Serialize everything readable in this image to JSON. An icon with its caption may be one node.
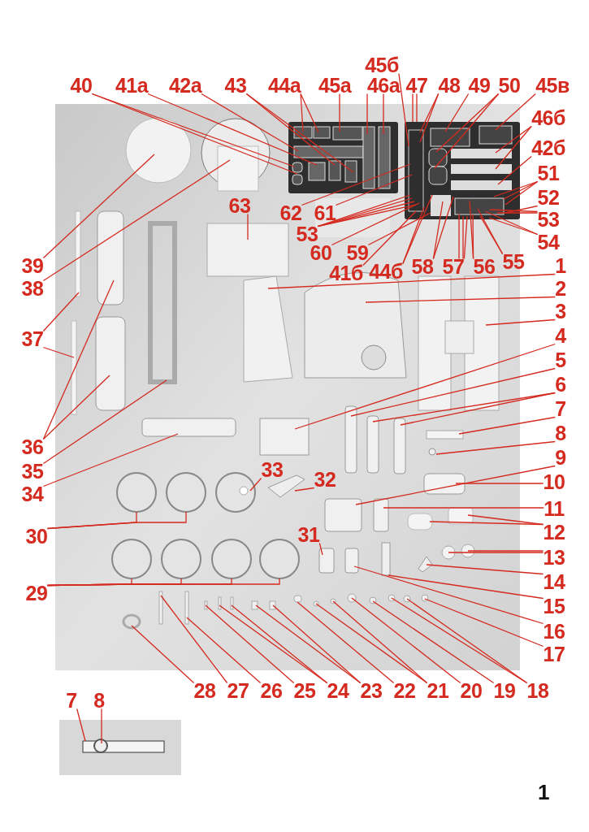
{
  "diagram": {
    "nodes": [
      {
        "text": [
          "40"
        ]
      },
      {
        "text": [
          "41а"
        ]
      },
      {
        "text": [
          "42а"
        ]
      },
      {
        "text": [
          "43"
        ]
      },
      {
        "text": [
          "44а"
        ]
      },
      {
        "text": [
          "45а"
        ]
      },
      {
        "text": [
          "45б"
        ]
      },
      {
        "text": [
          "46а"
        ]
      },
      {
        "text": [
          "47"
        ]
      },
      {
        "text": [
          "48"
        ]
      },
      {
        "text": [
          "49"
        ]
      },
      {
        "text": [
          "50"
        ]
      },
      {
        "text": [
          "45в"
        ]
      },
      {
        "text": [
          "46б"
        ]
      },
      {
        "text": [
          "42б"
        ]
      },
      {
        "text": [
          "51"
        ]
      },
      {
        "text": [
          "63"
        ]
      },
      {
        "text": [
          "62"
        ]
      },
      {
        "text": [
          "61"
        ]
      },
      {
        "text": [
          "52"
        ]
      },
      {
        "text": [
          "53"
        ]
      },
      {
        "text": [
          "53"
        ]
      },
      {
        "text": [
          "60"
        ]
      },
      {
        "text": [
          "59"
        ]
      },
      {
        "text": [
          "54"
        ]
      },
      {
        "text": [
          "41б"
        ]
      },
      {
        "text": [
          "44б"
        ]
      },
      {
        "text": [
          "58"
        ]
      },
      {
        "text": [
          "57"
        ]
      },
      {
        "text": [
          "56"
        ]
      },
      {
        "text": [
          "55"
        ]
      },
      {
        "text": [
          "1"
        ]
      },
      {
        "text": [
          "39"
        ]
      },
      {
        "text": [
          "2"
        ]
      },
      {
        "text": [
          "38"
        ]
      },
      {
        "text": [
          "3"
        ]
      },
      {
        "text": [
          "37"
        ]
      },
      {
        "text": [
          "4"
        ]
      },
      {
        "text": [
          "5"
        ]
      },
      {
        "text": [
          "6"
        ]
      },
      {
        "text": [
          "7"
        ]
      },
      {
        "text": [
          "8"
        ]
      },
      {
        "text": [
          "36"
        ]
      },
      {
        "text": [
          "9"
        ]
      },
      {
        "text": [
          "35"
        ]
      },
      {
        "text": [
          "33"
        ]
      },
      {
        "text": [
          "32"
        ]
      },
      {
        "text": [
          "10"
        ]
      },
      {
        "text": [
          "34"
        ]
      },
      {
        "text": [
          "11"
        ]
      },
      {
        "text": [
          "12"
        ]
      },
      {
        "text": [
          "30"
        ]
      },
      {
        "text": [
          "13"
        ]
      },
      {
        "text": [
          "31"
        ]
      },
      {
        "text": [
          "14"
        ]
      },
      {
        "text": [
          "29"
        ]
      },
      {
        "text": [
          "15"
        ]
      },
      {
        "text": [
          "16"
        ]
      },
      {
        "text": [
          "17"
        ]
      },
      {
        "text": [
          "28"
        ]
      },
      {
        "text": [
          "27"
        ]
      },
      {
        "text": [
          "26"
        ]
      },
      {
        "text": [
          "25"
        ]
      },
      {
        "text": [
          "24"
        ]
      },
      {
        "text": [
          "23"
        ]
      },
      {
        "text": [
          "22"
        ]
      },
      {
        "text": [
          "21"
        ]
      },
      {
        "text": [
          "20"
        ]
      },
      {
        "text": [
          "19"
        ]
      },
      {
        "text": [
          "18"
        ]
      },
      {
        "text": [
          "7"
        ]
      },
      {
        "text": [
          "8"
        ]
      }
    ],
    "edges": [
      {
        "from": 0,
        "to": null,
        "arrow": "none"
      },
      {
        "from": 0,
        "to": null,
        "arrow": "none"
      },
      {
        "from": 1,
        "to": null,
        "arrow": "none"
      },
      {
        "from": 2,
        "to": null,
        "arrow": "none"
      },
      {
        "from": 3,
        "to": null,
        "arrow": "none"
      },
      {
        "from": 3,
        "to": null,
        "arrow": "none"
      },
      {
        "from": 4,
        "to": null,
        "arrow": "none"
      },
      {
        "from": 4,
        "to": null,
        "arrow": "none"
      },
      {
        "from": 5,
        "to": null,
        "arrow": "none"
      },
      {
        "from": 6,
        "to": null,
        "arrow": "none"
      },
      {
        "from": 7,
        "to": null,
        "arrow": "none"
      },
      {
        "from": 7,
        "to": null,
        "arrow": "none"
      },
      {
        "from": 8,
        "to": null,
        "arrow": "none"
      },
      {
        "from": 8,
        "to": null,
        "arrow": "none"
      },
      {
        "from": 9,
        "to": null,
        "arrow": "none"
      },
      {
        "from": 9,
        "to": null,
        "arrow": "none"
      },
      {
        "from": 10,
        "to": null,
        "arrow": "none"
      },
      {
        "from": 11,
        "to": null,
        "arrow": "none"
      },
      {
        "from": 11,
        "to": null,
        "arrow": "none"
      },
      {
        "from": 12,
        "to": null,
        "arrow": "none"
      },
      {
        "from": 13,
        "to": null,
        "arrow": "none"
      },
      {
        "from": 13,
        "to": null,
        "arrow": "none"
      },
      {
        "from": 14,
        "to": null,
        "arrow": "none"
      },
      {
        "from": 15,
        "to": null,
        "arrow": "none"
      },
      {
        "from": 15,
        "to": null,
        "arrow": "none"
      },
      {
        "from": 15,
        "to": null,
        "arrow": "none"
      },
      {
        "from": 16,
        "to": null,
        "arrow": "none"
      },
      {
        "from": 17,
        "to": null,
        "arrow": "none"
      },
      {
        "from": 18,
        "to": null,
        "arrow": "none"
      },
      {
        "from": 19,
        "to": null,
        "arrow": "none"
      },
      {
        "from": 20,
        "to": null,
        "arrow": "none"
      },
      {
        "from": 20,
        "to": null,
        "arrow": "none"
      },
      {
        "from": 20,
        "to": null,
        "arrow": "none"
      },
      {
        "from": 20,
        "to": null,
        "arrow": "none"
      },
      {
        "from": 21,
        "to": null,
        "arrow": "none"
      },
      {
        "from": 21,
        "to": null,
        "arrow": "none"
      },
      {
        "from": 22,
        "to": null,
        "arrow": "none"
      },
      {
        "from": 23,
        "to": null,
        "arrow": "none"
      },
      {
        "from": 24,
        "to": null,
        "arrow": "none"
      },
      {
        "from": 24,
        "to": null,
        "arrow": "none"
      },
      {
        "from": 25,
        "to": null,
        "arrow": "none"
      },
      {
        "from": 26,
        "to": null,
        "arrow": "none"
      },
      {
        "from": 26,
        "to": null,
        "arrow": "none"
      },
      {
        "from": 27,
        "to": null,
        "arrow": "none"
      },
      {
        "from": 27,
        "to": null,
        "arrow": "none"
      },
      {
        "from": 28,
        "to": null,
        "arrow": "none"
      },
      {
        "from": 28,
        "to": null,
        "arrow": "none"
      },
      {
        "from": 28,
        "to": null,
        "arrow": "none"
      },
      {
        "from": 29,
        "to": null,
        "arrow": "none"
      },
      {
        "from": 29,
        "to": null,
        "arrow": "none"
      },
      {
        "from": 30,
        "to": null,
        "arrow": "none"
      },
      {
        "from": 30,
        "to": null,
        "arrow": "none"
      },
      {
        "from": 31,
        "to": null,
        "arrow": "none"
      },
      {
        "from": 32,
        "to": null,
        "arrow": "none"
      },
      {
        "from": 33,
        "to": null,
        "arrow": "none"
      },
      {
        "from": 34,
        "to": null,
        "arrow": "none"
      },
      {
        "from": 35,
        "to": null,
        "arrow": "none"
      },
      {
        "from": 36,
        "to": null,
        "arrow": "none"
      },
      {
        "from": 36,
        "to": null,
        "arrow": "none"
      },
      {
        "from": 37,
        "to": null,
        "arrow": "none"
      },
      {
        "from": 38,
        "to": null,
        "arrow": "none"
      },
      {
        "from": 39,
        "to": null,
        "arrow": "none"
      },
      {
        "from": 39,
        "to": null,
        "arrow": "none"
      },
      {
        "from": 40,
        "to": null,
        "arrow": "none"
      },
      {
        "from": 41,
        "to": null,
        "arrow": "none"
      },
      {
        "from": 42,
        "to": null,
        "arrow": "none"
      },
      {
        "from": 42,
        "to": null,
        "arrow": "none"
      },
      {
        "from": 43,
        "to": null,
        "arrow": "none"
      },
      {
        "from": 44,
        "to": null,
        "arrow": "none"
      },
      {
        "from": 45,
        "to": null,
        "arrow": "none"
      },
      {
        "from": 46,
        "to": null,
        "arrow": "none"
      },
      {
        "from": 47,
        "to": null,
        "arrow": "none"
      },
      {
        "from": 48,
        "to": null,
        "arrow": "none"
      },
      {
        "from": 49,
        "to": null,
        "arrow": "none"
      },
      {
        "from": 50,
        "to": null,
        "arrow": "none"
      },
      {
        "from": 50,
        "to": null,
        "arrow": "none"
      },
      {
        "from": 51,
        "to": null,
        "arrow": "none"
      },
      {
        "from": 51,
        "to": null,
        "arrow": "none"
      },
      {
        "from": 52,
        "to": null,
        "arrow": "none"
      },
      {
        "from": 52,
        "to": null,
        "arrow": "none"
      },
      {
        "from": 53,
        "to": null,
        "arrow": "none"
      },
      {
        "from": 54,
        "to": null,
        "arrow": "none"
      },
      {
        "from": 55,
        "to": null,
        "arrow": "none"
      },
      {
        "from": 55,
        "to": null,
        "arrow": "none"
      },
      {
        "from": 55,
        "to": null,
        "arrow": "none"
      },
      {
        "from": 55,
        "to": null,
        "arrow": "none"
      },
      {
        "from": 56,
        "to": null,
        "arrow": "none"
      },
      {
        "from": 57,
        "to": null,
        "arrow": "none"
      },
      {
        "from": 58,
        "to": null,
        "arrow": "none"
      },
      {
        "from": 59,
        "to": null,
        "arrow": "none"
      },
      {
        "from": 60,
        "to": null,
        "arrow": "none"
      },
      {
        "from": 61,
        "to": null,
        "arrow": "none"
      },
      {
        "from": 62,
        "to": null,
        "arrow": "none"
      },
      {
        "from": 63,
        "to": null,
        "arrow": "none"
      },
      {
        "from": 63,
        "to": null,
        "arrow": "none"
      },
      {
        "from": 64,
        "to": null,
        "arrow": "none"
      },
      {
        "from": 64,
        "to": null,
        "arrow": "none"
      },
      {
        "from": 65,
        "to": null,
        "arrow": "none"
      },
      {
        "from": 66,
        "to": null,
        "arrow": "none"
      },
      {
        "from": 66,
        "to": null,
        "arrow": "none"
      },
      {
        "from": 67,
        "to": null,
        "arrow": "none"
      },
      {
        "from": 68,
        "to": null,
        "arrow": "none"
      },
      {
        "from": 69,
        "to": null,
        "arrow": "none"
      },
      {
        "from": 69,
        "to": null,
        "arrow": "none"
      },
      {
        "from": 70,
        "to": null,
        "arrow": "none"
      },
      {
        "from": 71,
        "to": null,
        "arrow": "none"
      }
    ],
    "labels": [
      "1"
    ]
  }
}
